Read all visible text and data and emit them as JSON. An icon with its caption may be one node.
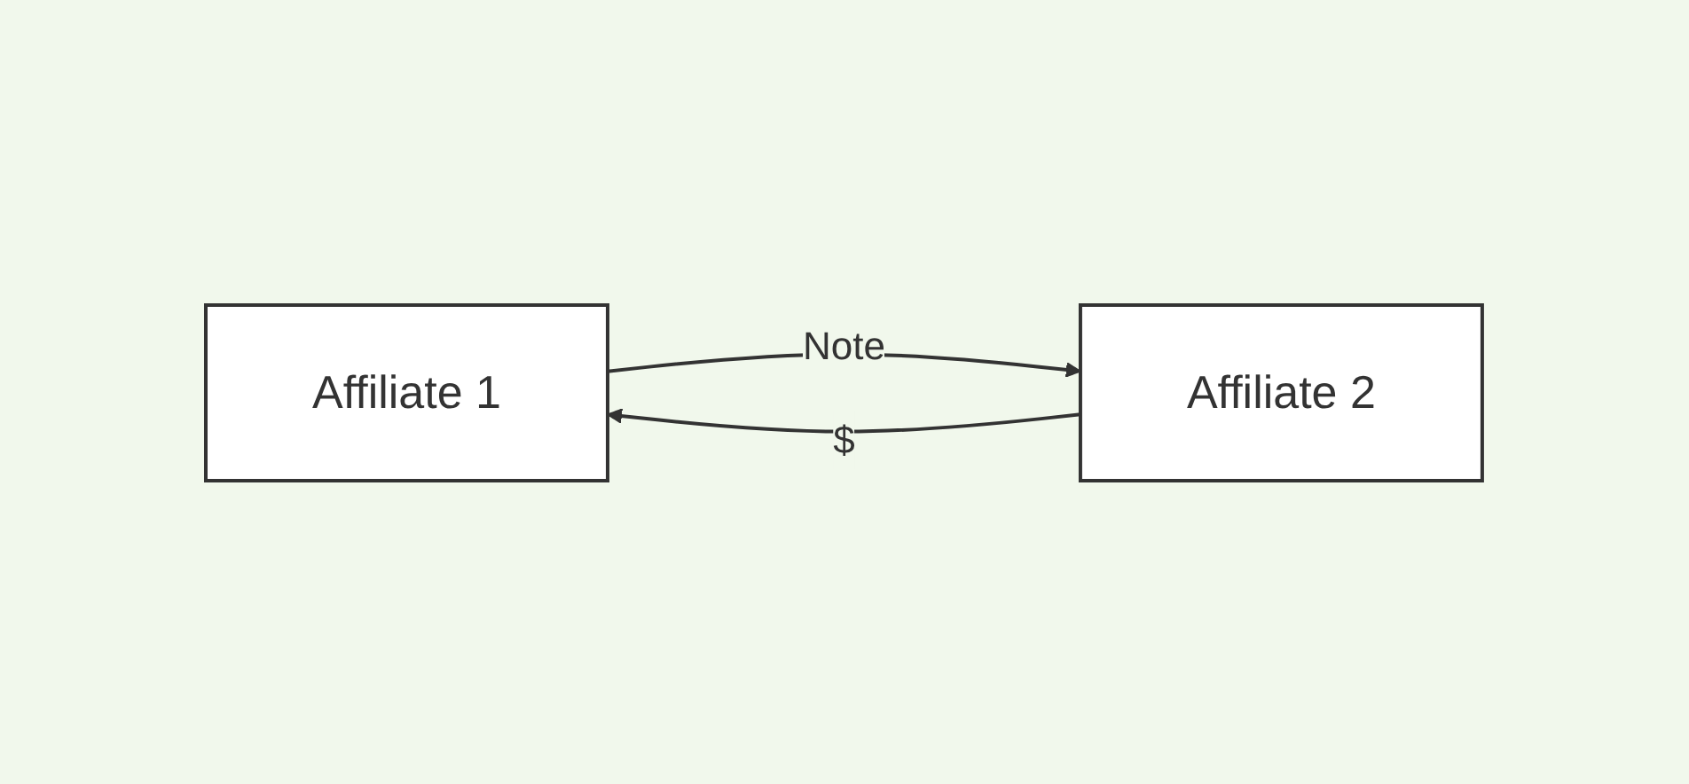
{
  "diagram": {
    "nodes": [
      {
        "text": [
          "Affiliate 1"
        ]
      },
      {
        "text": [
          "Affiliate 2"
        ]
      }
    ],
    "edges": [
      {
        "from": 1,
        "to": 0,
        "arrow": "to",
        "label": "$"
      },
      {
        "from": 0,
        "to": 1,
        "arrow": "to",
        "label": "Note"
      }
    ]
  }
}
